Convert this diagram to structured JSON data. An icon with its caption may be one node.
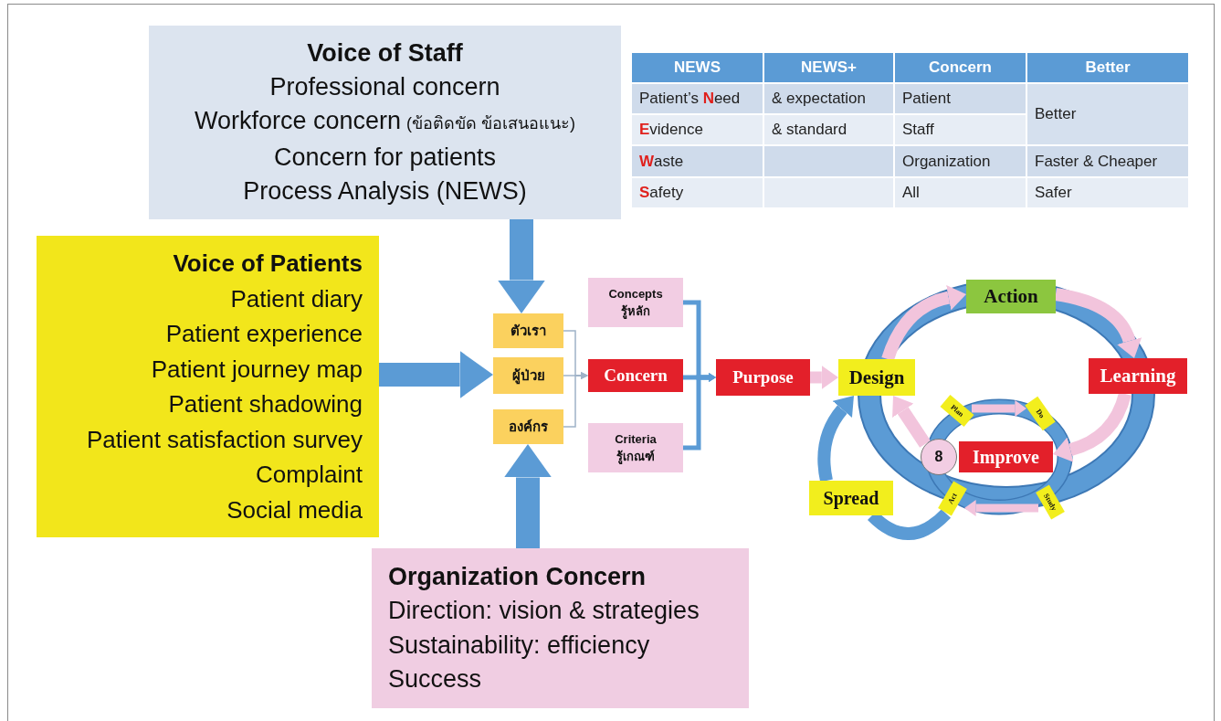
{
  "diagram": {
    "nodes": [
      {
        "text": [
          "Voice of Staff",
          "Professional concern",
          "Workforce concern",
          "(ข้อติดขัด ข้อเสนอแนะ)",
          "Concern for patients",
          "Process Analysis (NEWS)"
        ]
      },
      {
        "text": [
          "Voice of Patients",
          "Patient diary",
          "Patient experience",
          "Patient journey map",
          "Patient shadowing",
          "Patient satisfaction survey",
          "Complaint",
          "Social media"
        ]
      },
      {
        "text": [
          "ตัวเรา"
        ]
      },
      {
        "text": [
          "ผู้ป่วย"
        ]
      },
      {
        "text": [
          "องค์กร"
        ]
      },
      {
        "text": [
          "Concepts",
          "รู้หลัก"
        ]
      },
      {
        "text": [
          "Concern"
        ]
      },
      {
        "text": [
          "Criteria",
          "รู้เกณฑ์"
        ]
      },
      {
        "text": [
          "Purpose"
        ]
      },
      {
        "text": [
          "Organization Concern",
          "Direction: vision & strategies",
          "Sustainability: efficiency",
          "Success"
        ]
      },
      {
        "text": [
          "Design"
        ]
      },
      {
        "text": [
          "Action"
        ]
      },
      {
        "text": [
          "Learning"
        ]
      },
      {
        "text": [
          "Improve"
        ]
      },
      {
        "text": [
          "8"
        ]
      },
      {
        "text": [
          "Plan"
        ]
      },
      {
        "text": [
          "Do"
        ]
      },
      {
        "text": [
          "Study"
        ]
      },
      {
        "text": [
          "Act"
        ]
      },
      {
        "text": [
          "Spread"
        ]
      }
    ],
    "edges": [
      {
        "from": 0,
        "to": 2,
        "arrow": "to",
        "style": "thick",
        "color": "#5b9bd5"
      },
      {
        "from": 1,
        "to": 3,
        "arrow": "to",
        "style": "thick",
        "color": "#5b9bd5"
      },
      {
        "from": 9,
        "to": 4,
        "arrow": "to",
        "style": "thick",
        "color": "#5b9bd5"
      },
      {
        "from": 2,
        "to": 6,
        "arrow": "to",
        "color": "#9fb3c8"
      },
      {
        "from": 3,
        "to": 6,
        "arrow": "to",
        "color": "#9fb3c8"
      },
      {
        "from": 4,
        "to": 6,
        "arrow": "to",
        "color": "#9fb3c8"
      },
      {
        "from": 5,
        "to": 8,
        "arrow": "to",
        "color": "#5b9bd5"
      },
      {
        "from": 6,
        "to": 8,
        "arrow": "to",
        "color": "#5b9bd5"
      },
      {
        "from": 7,
        "to": 8,
        "arrow": "to",
        "color": "#5b9bd5"
      },
      {
        "from": 8,
        "to": 10,
        "arrow": "to",
        "color": "#f2c4dc"
      },
      {
        "from": 10,
        "to": 11,
        "arrow": "to",
        "color": "#f2c4dc"
      },
      {
        "from": 11,
        "to": 12,
        "arrow": "to",
        "color": "#f2c4dc"
      },
      {
        "from": 12,
        "to": 13,
        "arrow": "to",
        "color": "#f2c4dc"
      },
      {
        "from": 14,
        "to": 10,
        "arrow": "to",
        "color": "#f2c4dc"
      },
      {
        "from": 15,
        "to": 16,
        "arrow": "to",
        "color": "#f2c4dc"
      },
      {
        "from": 17,
        "to": 18,
        "arrow": "to",
        "color": "#f2c4dc"
      },
      {
        "from": 18,
        "to": 19,
        "arrow": "none",
        "color": "#5b9bd5"
      },
      {
        "from": 19,
        "to": 10,
        "arrow": "to",
        "color": "#5b9bd5"
      }
    ],
    "labels": [
      "NEWS",
      "NEWS+",
      "Concern",
      "Better",
      "Patient’s **N**eed",
      "& expectation",
      "Patient",
      "Better",
      "**E**vidence",
      "& standard",
      "Staff",
      "**W**aste",
      "Organization",
      "Faster & Cheaper",
      "**S**afety",
      "All",
      "Safer"
    ]
  }
}
